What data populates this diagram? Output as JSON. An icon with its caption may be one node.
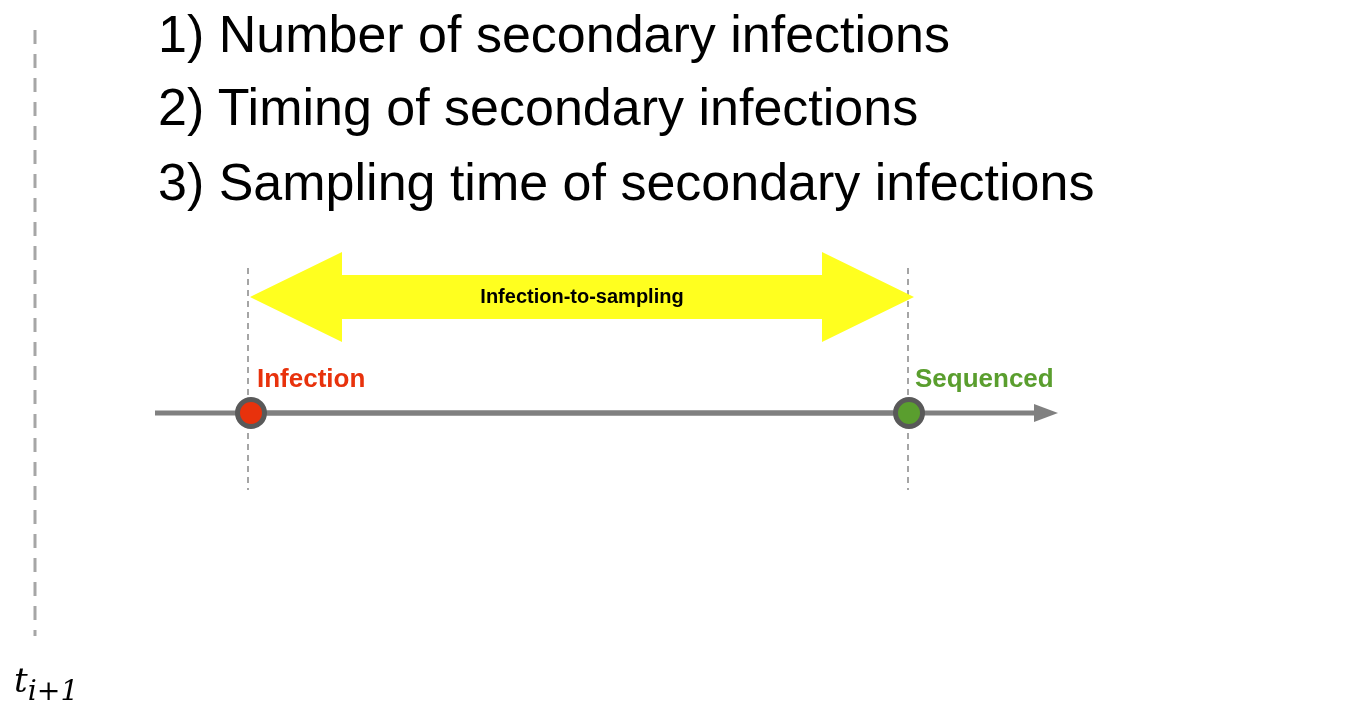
{
  "diagram": {
    "nodes": [
      {
        "text": [
          "Infection-to-sampling"
        ]
      },
      {
        "text": [],
        "shape": "circle",
        "beside": [
          "Infection"
        ]
      },
      {
        "text": [],
        "shape": "circle",
        "beside": [
          "Sequenced"
        ]
      }
    ],
    "edges": [
      {
        "from": 1,
        "to": 2,
        "arrow": "none"
      }
    ],
    "labels": [
      "1) Number of secondary infections",
      "2) Timing of secondary infections",
      "3) Sampling time of secondary infections",
      "t$_{i+1}$"
    ]
  }
}
